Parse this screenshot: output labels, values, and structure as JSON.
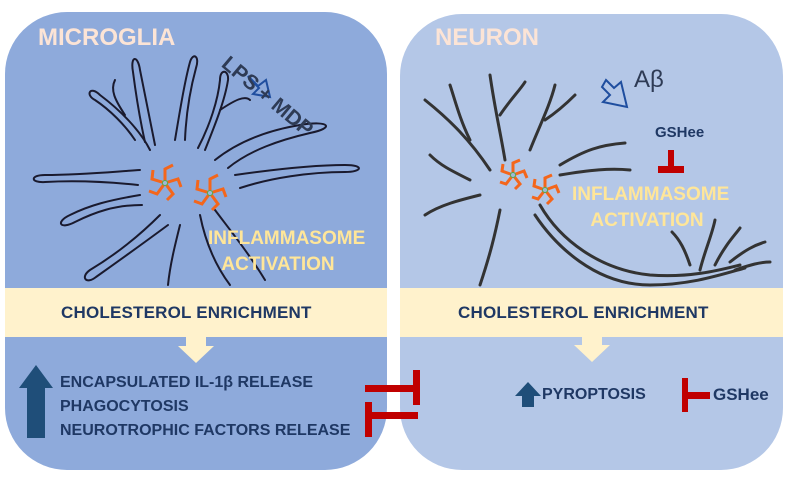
{
  "microglia": {
    "title": "MICROGLIA",
    "stimulus": "LPS + MDP",
    "activation_line1": "INFLAMMASOME",
    "activation_line2": "ACTIVATION",
    "band_label": "CHOLESTEROL ENRICHMENT",
    "outcomes": [
      "ENCAPSULATED IL-1β RELEASE",
      "PHAGOCYTOSIS",
      "NEUROTROPHIC FACTORS RELEASE"
    ]
  },
  "neuron": {
    "title": "NEURON",
    "stimulus": "Aβ",
    "inhibitor": "GSHee",
    "activation_line1": "INFLAMMASOME",
    "activation_line2": "ACTIVATION",
    "band_label": "CHOLESTEROL ENRICHMENT",
    "outcome": "PYROPTOSIS",
    "outcome_inhibitor": "GSHee"
  },
  "colors": {
    "microglia_panel": "#8eaadb",
    "neuron_panel": "#b4c7e7",
    "band": "#fff2cc",
    "text_navy": "#1f3864",
    "activation_yellow": "#ffe699",
    "title_peach": "#fce4d6",
    "inhibit_red": "#c00000",
    "up_arrow": "#1f4e79",
    "inflammasome_orange": "#f4661b"
  }
}
